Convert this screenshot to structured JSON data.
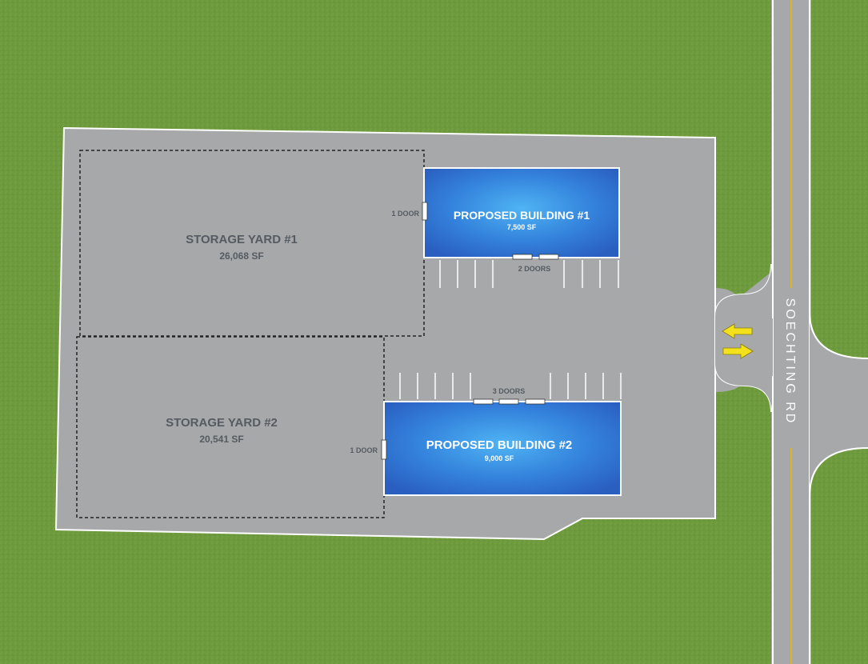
{
  "site_plan": {
    "road": {
      "name": "SOECHTING RD"
    },
    "storage_yards": [
      {
        "title": "STORAGE YARD #1",
        "area": "26,068 SF"
      },
      {
        "title": "STORAGE YARD #2",
        "area": "20,541 SF"
      }
    ],
    "buildings": [
      {
        "title": "PROPOSED BUILDING #1",
        "area": "7,500 SF"
      },
      {
        "title": "PROPOSED BUILDING #2",
        "area": "9,000 SF"
      }
    ],
    "door_labels": {
      "b1_side": "1 DOOR",
      "b1_front": "2 DOORS",
      "b2_side": "1 DOOR",
      "b2_front": "3 DOORS"
    },
    "colors": {
      "grass": "#6e9a3e",
      "pavement": "#a6a8aa",
      "building": "#2f6fd0",
      "arrow": "#f3e21b",
      "road_center_line": "#e0b21c"
    }
  }
}
